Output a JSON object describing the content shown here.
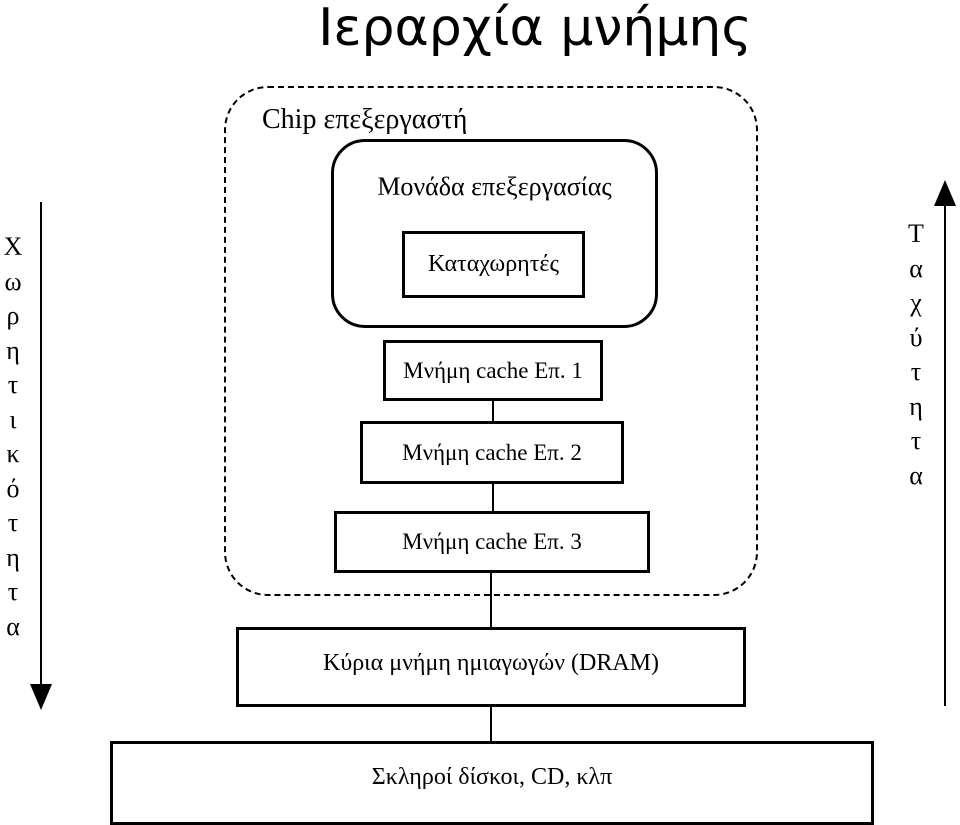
{
  "title": "Ιεραρχία μνήμης",
  "chip_label": "Chip επεξεργαστή",
  "processing_unit_label": "Μονάδα επεξεργασίας",
  "registers_label": "Καταχωρητές",
  "cache_l1_label": "Μνήμη cache Επ. 1",
  "cache_l2_label": "Μνήμη cache Επ. 2",
  "cache_l3_label": "Μνήμη cache Επ. 3",
  "main_memory_label": "Κύρια μνήμη ημιαγωγών (DRAM)",
  "storage_label": "Σκληροί δίσκοι, CD, κλπ",
  "left_axis": {
    "label": "Χωρητικότητα",
    "letters": [
      "Χ",
      "ω",
      "ρ",
      "η",
      "τ",
      "ι",
      "κ",
      "ό",
      "τ",
      "η",
      "τ",
      "α"
    ],
    "direction": "down"
  },
  "right_axis": {
    "label": "Ταχύτητα",
    "letters": [
      "Τ",
      "α",
      "χ",
      "ύ",
      "τ",
      "η",
      "τ",
      "α"
    ],
    "direction": "up"
  }
}
